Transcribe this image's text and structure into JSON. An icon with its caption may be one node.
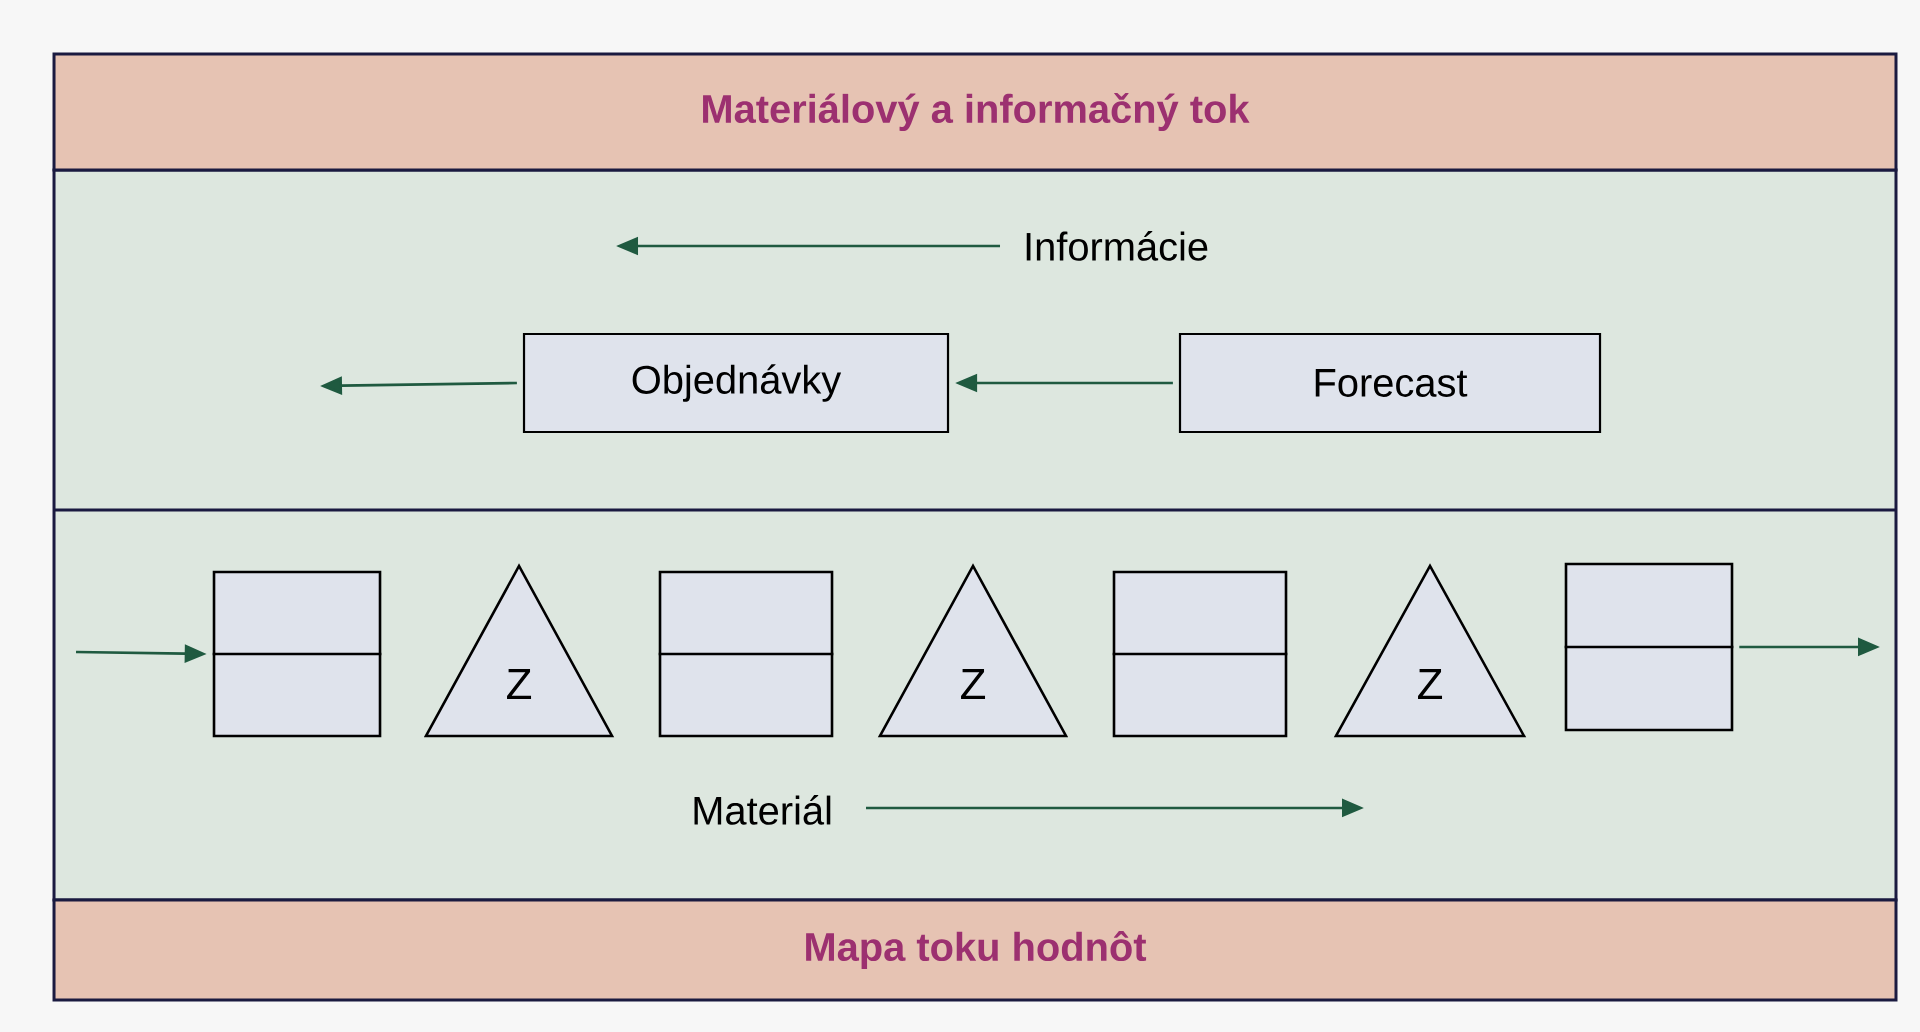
{
  "diagram": {
    "title": "Materiálový a informačný tok",
    "caption": "Mapa toku hodnôt",
    "nodes": [
      {
        "text": [
          "Objednávky"
        ]
      },
      {
        "text": [
          "Forecast"
        ]
      },
      {
        "text": [],
        "shape": "box"
      },
      {
        "text": [
          "Z"
        ]
      },
      {
        "text": [],
        "shape": "box"
      },
      {
        "text": [
          "Z"
        ]
      },
      {
        "text": [],
        "shape": "box"
      },
      {
        "text": [
          "Z"
        ]
      },
      {
        "text": [],
        "shape": "box"
      }
    ],
    "edges": [
      {
        "from": 1,
        "to": 0,
        "arrow": "to"
      },
      {
        "from": 0,
        "to": null,
        "arrow": "to"
      },
      {
        "from": null,
        "to": 2,
        "arrow": "to"
      },
      {
        "from": 8,
        "to": null,
        "arrow": "to"
      }
    ],
    "labels": [
      "Informácie",
      "Materiál"
    ]
  }
}
